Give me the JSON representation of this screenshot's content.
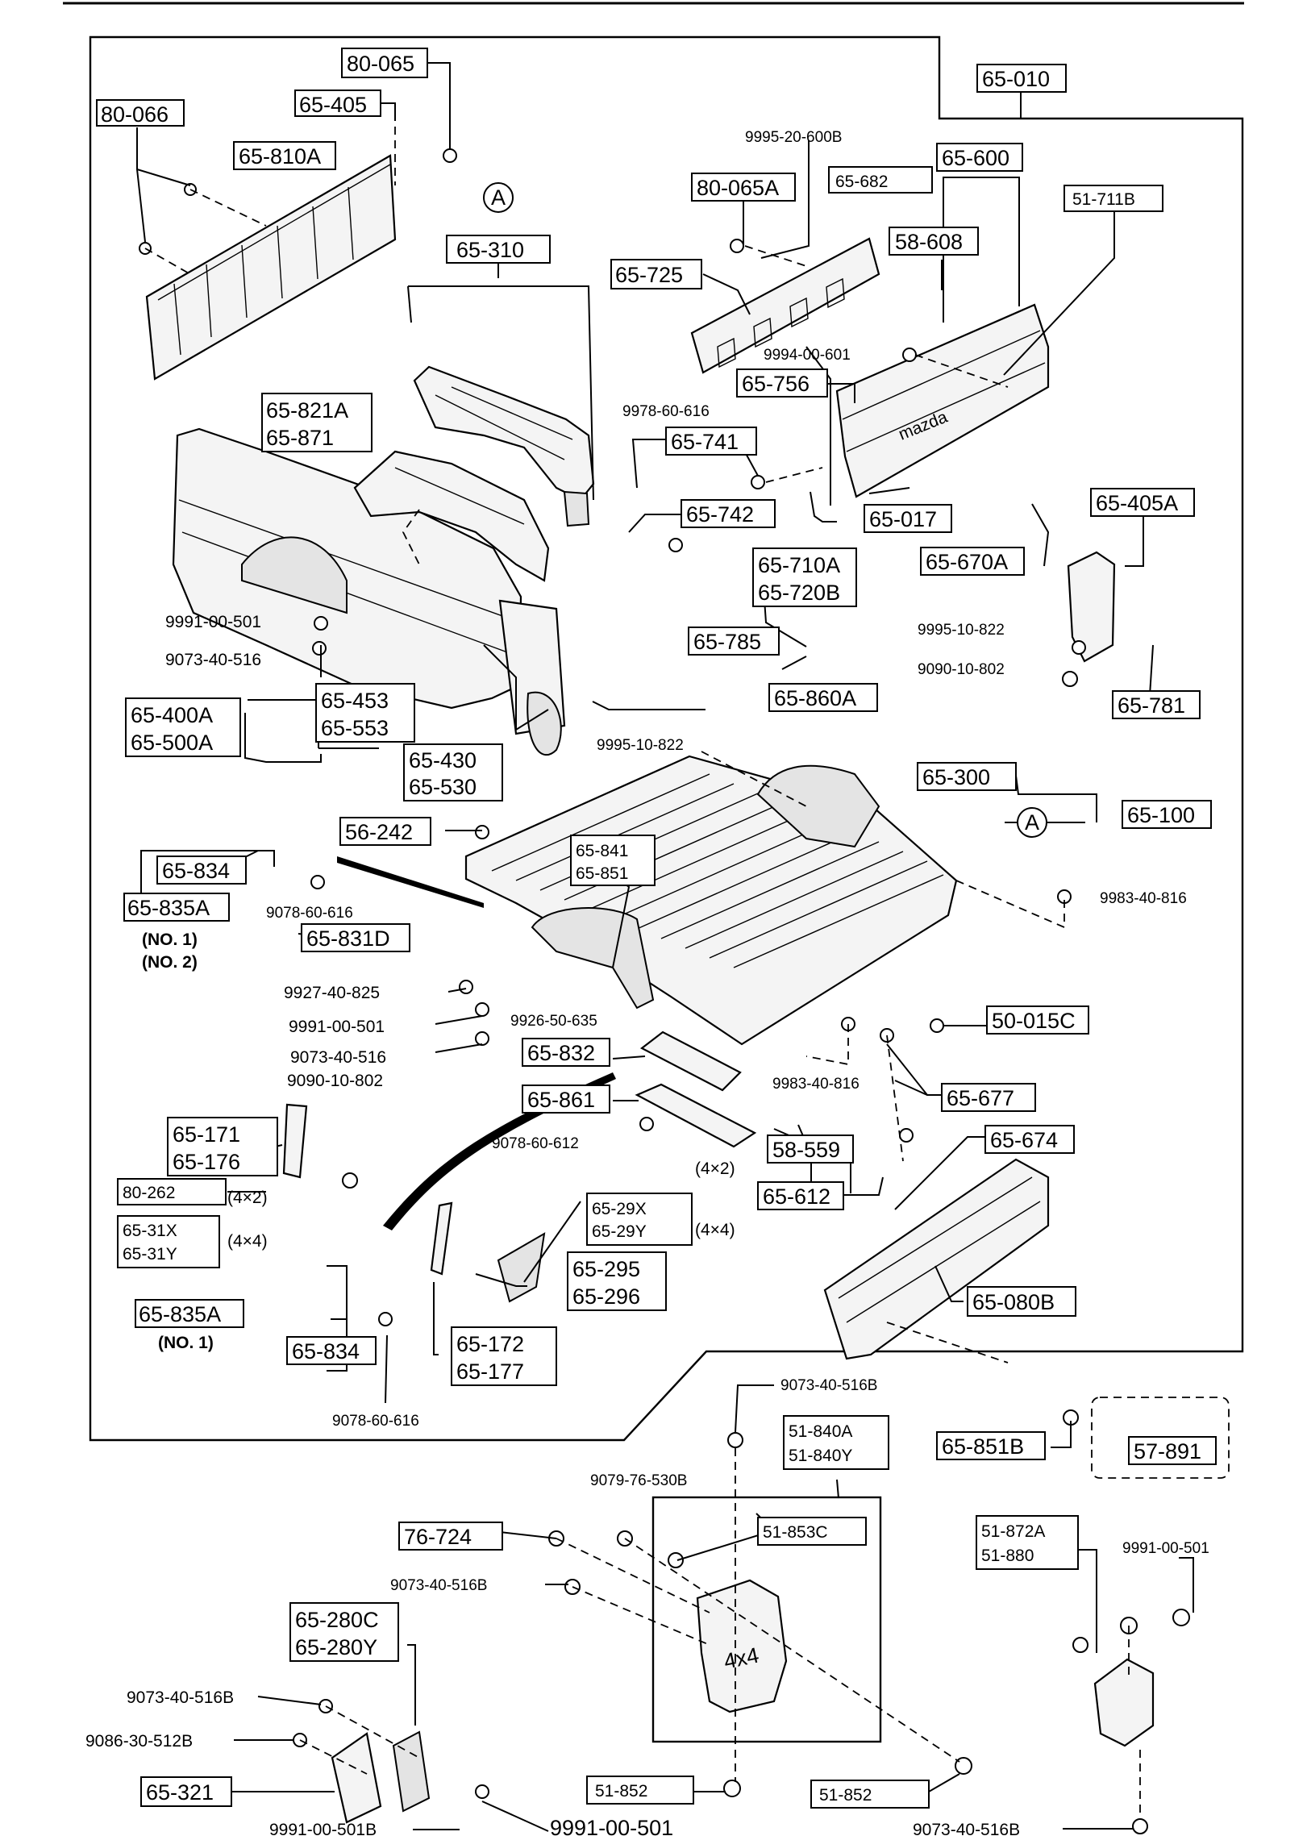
{
  "diagram": {
    "boxed_labels": [
      "80-065",
      "65-405",
      "80-066",
      "65-810A",
      "65-010",
      "65-310",
      "80-065A",
      "65-682",
      "65-600",
      "51-711B",
      "58-608",
      "65-725",
      "65-756",
      "65-821A",
      "65-871",
      "65-741",
      "65-742",
      "65-017",
      "65-710A",
      "65-720B",
      "65-670A",
      "65-405A",
      "65-785",
      "65-400A",
      "65-500A",
      "65-453",
      "65-553",
      "65-860A",
      "65-430",
      "65-530",
      "65-781",
      "65-300",
      "65-100",
      "56-242",
      "65-834",
      "65-835A",
      "65-841",
      "65-851",
      "65-831D",
      "50-015C",
      "65-832",
      "65-677",
      "65-861",
      "65-674",
      "58-559",
      "65-171",
      "65-176",
      "80-262",
      "65-612",
      "65-31X",
      "65-31Y",
      "65-29X",
      "65-29Y",
      "65-295",
      "65-296",
      "65-835A",
      "65-834",
      "65-172",
      "65-177",
      "65-080B",
      "65-851B",
      "57-891",
      "51-840A",
      "51-840Y",
      "51-853C",
      "76-724",
      "51-872A",
      "51-880",
      "65-280C",
      "65-280Y",
      "65-321",
      "51-852",
      "51-852"
    ],
    "bolt_numbers": [
      "9995-20-600B",
      "9994-00-601",
      "9978-60-616",
      "9991-00-501",
      "9073-40-516",
      "9995-10-822",
      "9090-10-802",
      "9995-10-822",
      "9983-40-816",
      "9078-60-616",
      "9927-40-825",
      "9926-50-635",
      "9991-00-501",
      "9073-40-516",
      "9090-10-802",
      "9983-40-816",
      "9078-60-612",
      "9078-60-616",
      "9073-40-516B",
      "9079-76-530B",
      "9991-00-501",
      "9073-40-516B",
      "9073-40-516B",
      "9086-30-512B",
      "9991-00-501B",
      "9991-00-501",
      "9073-40-516B"
    ],
    "notes": [
      "(NO. 1)",
      "(NO. 2)",
      "(4×2)",
      "(4×4)",
      "(4×2)",
      "(4×4)",
      "(NO. 1)"
    ],
    "callouts": [
      "A",
      "A"
    ],
    "icons": [
      "tailgate-part",
      "bed-floor-part",
      "side-panel-part",
      "mudflap-part",
      "bolt-icon",
      "bracket-part",
      "hinge-part"
    ]
  }
}
